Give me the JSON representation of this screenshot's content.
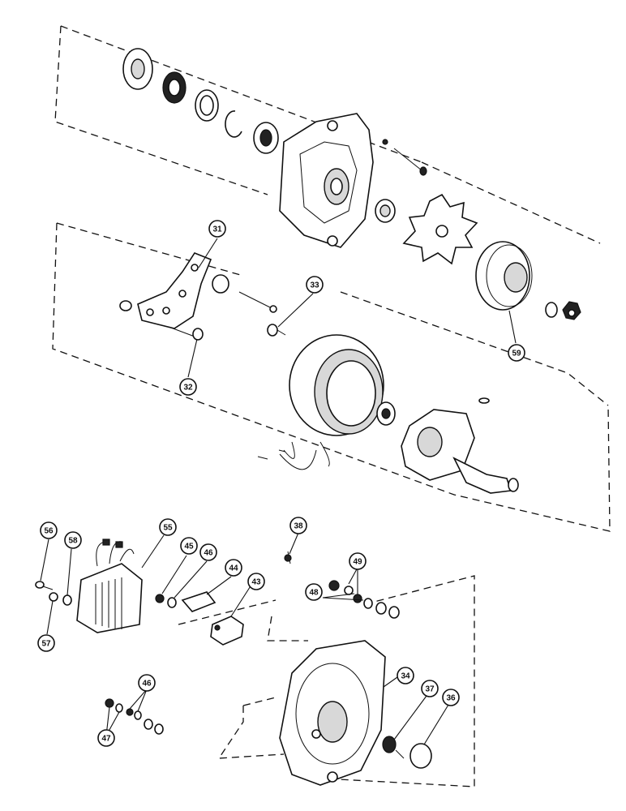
{
  "diagram": {
    "callouts": [
      {
        "id": "c31",
        "label": "31"
      },
      {
        "id": "c32",
        "label": "32"
      },
      {
        "id": "c33",
        "label": "33"
      },
      {
        "id": "c59",
        "label": "59"
      },
      {
        "id": "c56",
        "label": "56"
      },
      {
        "id": "c58",
        "label": "58"
      },
      {
        "id": "c57",
        "label": "57"
      },
      {
        "id": "c55",
        "label": "55"
      },
      {
        "id": "c45",
        "label": "45"
      },
      {
        "id": "c46a",
        "label": "46"
      },
      {
        "id": "c44",
        "label": "44"
      },
      {
        "id": "c43",
        "label": "43"
      },
      {
        "id": "c38",
        "label": "38"
      },
      {
        "id": "c49",
        "label": "49"
      },
      {
        "id": "c48",
        "label": "48"
      },
      {
        "id": "c34",
        "label": "34"
      },
      {
        "id": "c37",
        "label": "37"
      },
      {
        "id": "c36",
        "label": "36"
      },
      {
        "id": "c46b",
        "label": "46"
      },
      {
        "id": "c47",
        "label": "47"
      }
    ]
  }
}
